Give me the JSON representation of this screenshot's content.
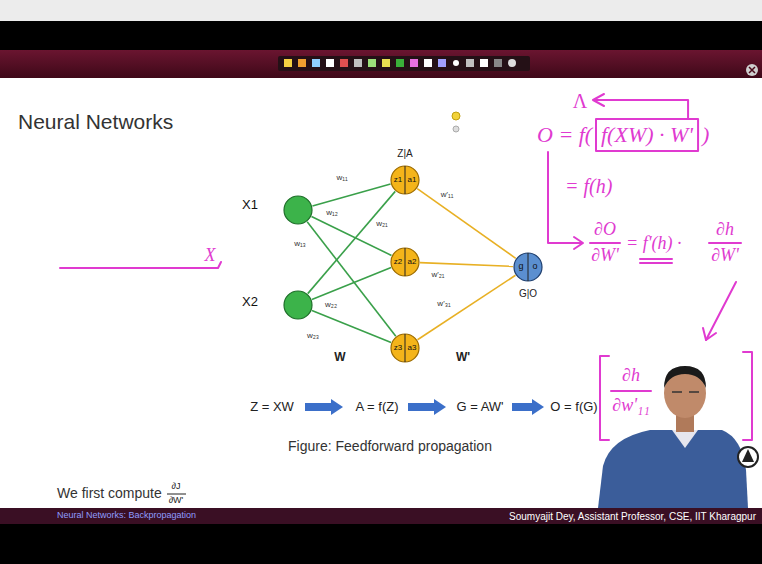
{
  "diagram": {
    "title": "Neural Networks",
    "caption": "Figure: Feedforward propagation",
    "nodes": [
      {
        "text": [
          "X1"
        ]
      },
      {
        "text": [
          "X2"
        ]
      },
      {
        "text": [
          "z1",
          "a1"
        ]
      },
      {
        "text": [
          "z2",
          "a2"
        ]
      },
      {
        "text": [
          "z3",
          "a3"
        ]
      },
      {
        "text": [
          "g",
          "o"
        ]
      }
    ],
    "edges": [
      {
        "from": 0,
        "to": 2,
        "arrow": "none",
        "label": "w₁₁"
      },
      {
        "from": 0,
        "to": 3,
        "arrow": "none",
        "label": "w₁₂"
      },
      {
        "from": 0,
        "to": 4,
        "arrow": "none",
        "label": "w₁₃"
      },
      {
        "from": 1,
        "to": 2,
        "arrow": "none",
        "label": "w₂₁"
      },
      {
        "from": 1,
        "to": 3,
        "arrow": "none",
        "label": "w₂₂"
      },
      {
        "from": 1,
        "to": 4,
        "arrow": "none",
        "label": "w₂₃"
      },
      {
        "from": 2,
        "to": 5,
        "arrow": "none",
        "label": "w'₁₁"
      },
      {
        "from": 3,
        "to": 5,
        "arrow": "none",
        "label": "w'₂₁"
      },
      {
        "from": 4,
        "to": 5,
        "arrow": "none",
        "label": "w'₃₁"
      }
    ],
    "labels": [
      "Z|A",
      "G|O",
      "W",
      "W'",
      "Z = XW",
      "A = f(Z)",
      "G = AW'",
      "O = f(G)",
      "We first compute",
      "∂J",
      "∂W'",
      "X",
      "Λ",
      "O = f(",
      "f(XW) · W'",
      ")",
      "= f(h)",
      "∂O",
      "∂W'",
      "= f'(h) ·",
      "∂h",
      "∂W'",
      "∂h",
      "∂w'₁₁",
      "Neural Networks: Backpropagation",
      "Soumyajit Dey, Assistant Professor, CSE, IIT Kharagpur"
    ]
  }
}
